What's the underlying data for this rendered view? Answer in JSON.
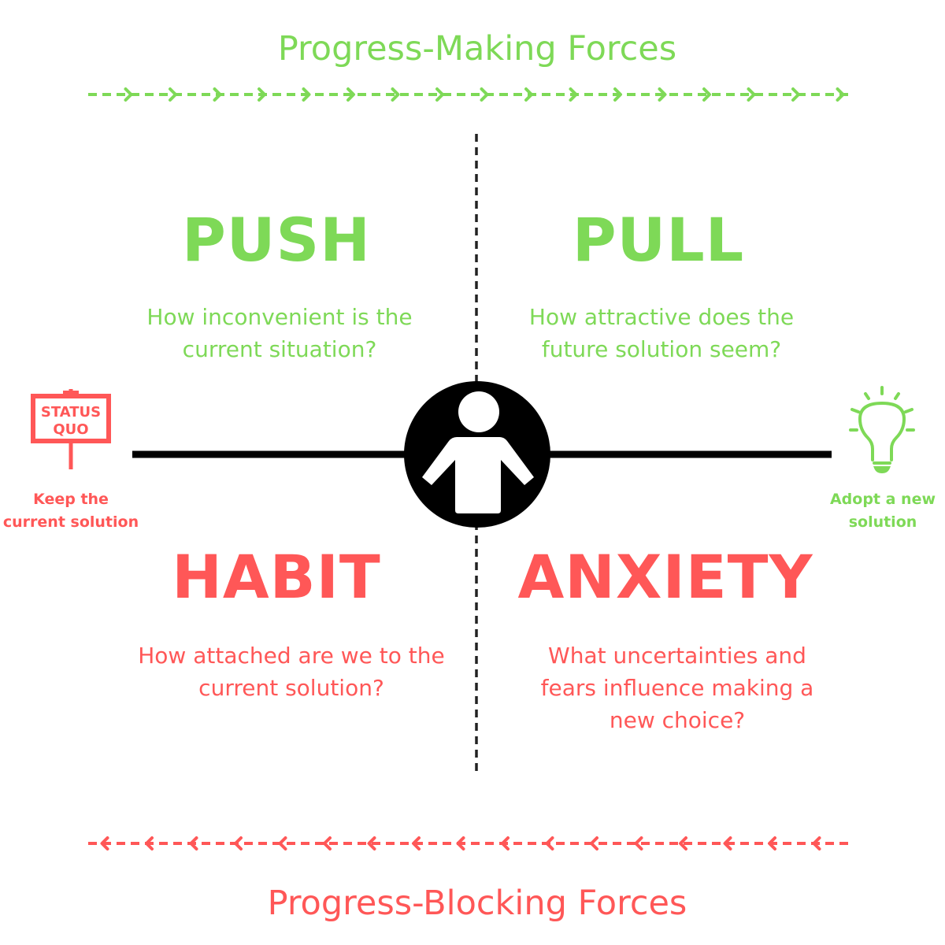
{
  "colors": {
    "green": "#7ED957",
    "red": "#FF5757",
    "black": "#000000",
    "white": "#ffffff"
  },
  "header": {
    "title": "Progress-Making Forces"
  },
  "footer": {
    "title": "Progress-Blocking Forces"
  },
  "quadrants": {
    "push": {
      "word": "PUSH",
      "question": "How inconvenient is the current situation?"
    },
    "pull": {
      "word": "PULL",
      "question": "How attractive does the future solution seem?"
    },
    "habit": {
      "word": "HABIT",
      "question": "How attached are we to the current solution?"
    },
    "anxiety": {
      "word": "ANXIETY",
      "question": "What uncertainties and fears influence making a new choice?"
    }
  },
  "left_side": {
    "sign_line1": "STATUS",
    "sign_line2": "QUO",
    "label": "Keep the current solution",
    "icon": "status-quo-sign-icon"
  },
  "right_side": {
    "label": "Adopt a new solution",
    "icon": "lightbulb-icon"
  },
  "center": {
    "icon": "person-icon"
  }
}
